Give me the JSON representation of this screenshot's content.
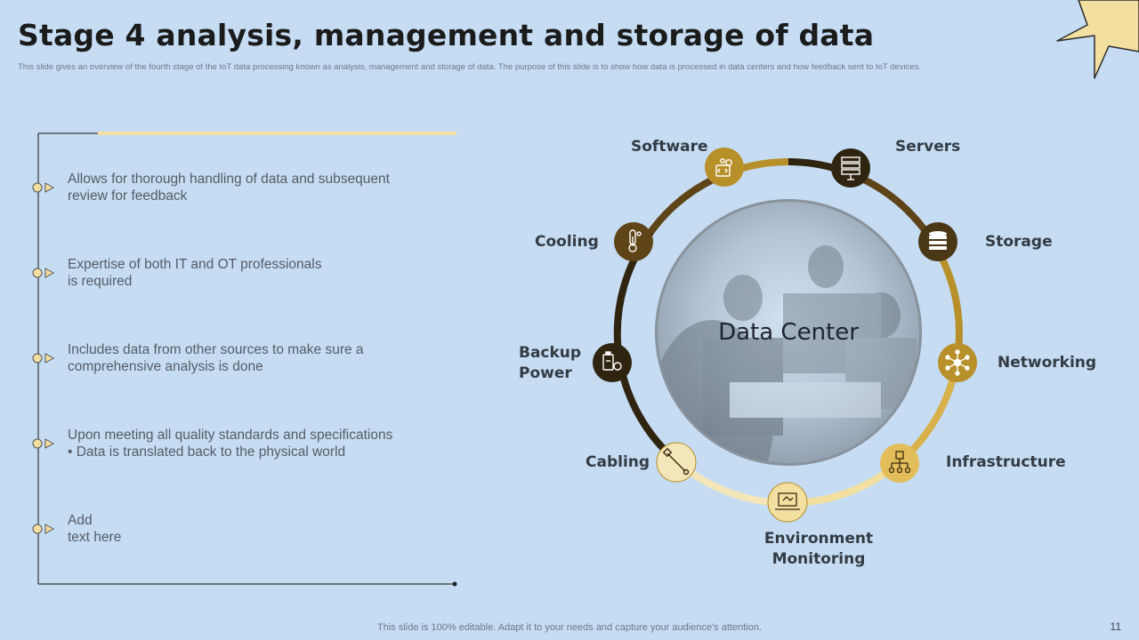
{
  "slide": {
    "title": "Stage 4 analysis, management and storage of data",
    "subtitle": "This slide gives an overview of the fourth stage of the IoT  data processing known as analysis, management and storage of data. The purpose of this slide is to show how data is processed in data centers and how feedback sent to IoT  devices.",
    "footer": "This slide is 100% editable. Adapt it to your needs and capture your audience's attention.",
    "page_number": "11"
  },
  "bullets": [
    {
      "line1": "Allows for thorough handling of data and subsequent",
      "line2": "review for feedback"
    },
    {
      "line1": "Expertise of both IT  and OT professionals",
      "line2": "is required"
    },
    {
      "line1": "Includes  data from other sources to make sure a",
      "line2": "comprehensive analysis is done"
    },
    {
      "line1": "Upon meeting all quality standards and specifications",
      "line2": "•   Data is translated back to the physical world"
    },
    {
      "line1": "Add",
      "line2": "text here"
    }
  ],
  "diagram": {
    "center": "Data Center",
    "nodes": {
      "software": "Software",
      "servers": "Servers",
      "storage": "Storage",
      "networking": "Networking",
      "infrastructure": "Infrastructure",
      "environment_line1": "Environment",
      "environment_line2": "Monitoring",
      "cabling": "Cabling",
      "backup_line1": "Backup",
      "backup_line2": "Power",
      "cooling": "Cooling"
    }
  },
  "colors": {
    "background": "#c5dcf3",
    "gold": "#b8902a",
    "light_gold": "#f3dfa0",
    "dark_brown": "#3b2a12",
    "brown": "#5e4417"
  }
}
